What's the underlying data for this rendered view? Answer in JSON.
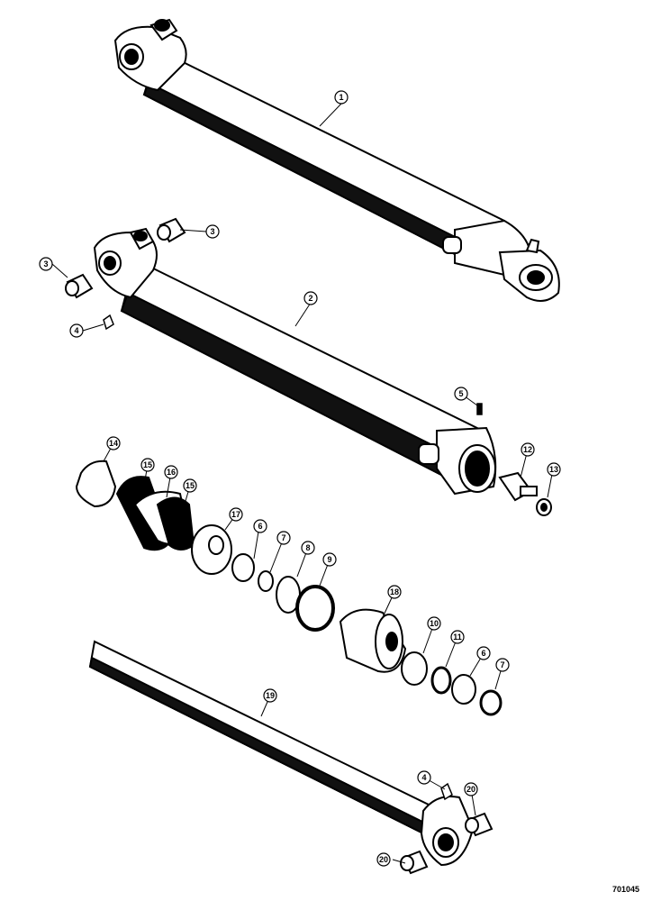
{
  "figure_number": "701045",
  "callouts": [
    {
      "id": "c1",
      "label": "1"
    },
    {
      "id": "c2",
      "label": "2"
    },
    {
      "id": "c3a",
      "label": "3"
    },
    {
      "id": "c3b",
      "label": "3"
    },
    {
      "id": "c4a",
      "label": "4"
    },
    {
      "id": "c5",
      "label": "5"
    },
    {
      "id": "c6a",
      "label": "6"
    },
    {
      "id": "c7a",
      "label": "7"
    },
    {
      "id": "c8",
      "label": "8"
    },
    {
      "id": "c9",
      "label": "9"
    },
    {
      "id": "c10",
      "label": "10"
    },
    {
      "id": "c11",
      "label": "11"
    },
    {
      "id": "c6b",
      "label": "6"
    },
    {
      "id": "c7b",
      "label": "7"
    },
    {
      "id": "c12",
      "label": "12"
    },
    {
      "id": "c13",
      "label": "13"
    },
    {
      "id": "c14",
      "label": "14"
    },
    {
      "id": "c15a",
      "label": "15"
    },
    {
      "id": "c16",
      "label": "16"
    },
    {
      "id": "c15b",
      "label": "15"
    },
    {
      "id": "c17",
      "label": "17"
    },
    {
      "id": "c18",
      "label": "18"
    },
    {
      "id": "c19",
      "label": "19"
    },
    {
      "id": "c4b",
      "label": "4"
    },
    {
      "id": "c20a",
      "label": "20"
    },
    {
      "id": "c20b",
      "label": "20"
    }
  ]
}
